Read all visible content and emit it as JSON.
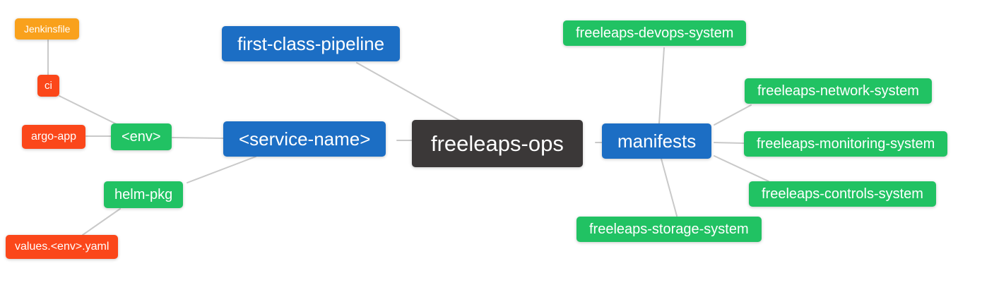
{
  "colors": {
    "blue": "#1c6ec4",
    "green": "#21c263",
    "red": "#fb471a",
    "orange": "#f9a11c",
    "dark": "#3b3838",
    "edge": "#c9c9c9",
    "text": "#ffffff",
    "background": "#ffffff"
  },
  "nodes": {
    "freeleaps_ops": {
      "label": "freeleaps-ops"
    },
    "first_class_pipeline": {
      "label": "first-class-pipeline"
    },
    "service_name": {
      "label": "<service-name>"
    },
    "manifests": {
      "label": "manifests"
    },
    "env": {
      "label": "<env>"
    },
    "helm_pkg": {
      "label": "helm-pkg"
    },
    "ci": {
      "label": "ci"
    },
    "jenkinsfile": {
      "label": "Jenkinsfile"
    },
    "argo_app": {
      "label": "argo-app"
    },
    "values_env_yaml": {
      "label": "values.<env>.yaml"
    },
    "devops_system": {
      "label": "freeleaps-devops-system"
    },
    "network_system": {
      "label": "freeleaps-network-system"
    },
    "monitoring_system": {
      "label": "freeleaps-monitoring-system"
    },
    "controls_system": {
      "label": "freeleaps-controls-system"
    },
    "storage_system": {
      "label": "freeleaps-storage-system"
    }
  },
  "edges": [
    {
      "from": "jenkinsfile",
      "to": "ci"
    },
    {
      "from": "ci",
      "to": "env"
    },
    {
      "from": "argo_app",
      "to": "env"
    },
    {
      "from": "env",
      "to": "service_name"
    },
    {
      "from": "helm_pkg",
      "to": "service_name"
    },
    {
      "from": "values_env_yaml",
      "to": "helm_pkg"
    },
    {
      "from": "service_name",
      "to": "freeleaps_ops"
    },
    {
      "from": "first_class_pipeline",
      "to": "freeleaps_ops"
    },
    {
      "from": "freeleaps_ops",
      "to": "manifests"
    },
    {
      "from": "manifests",
      "to": "devops_system"
    },
    {
      "from": "manifests",
      "to": "network_system"
    },
    {
      "from": "manifests",
      "to": "monitoring_system"
    },
    {
      "from": "manifests",
      "to": "controls_system"
    },
    {
      "from": "manifests",
      "to": "storage_system"
    }
  ]
}
